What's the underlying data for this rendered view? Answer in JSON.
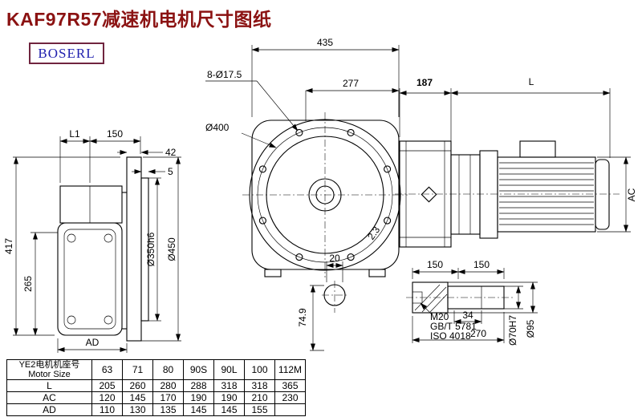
{
  "title": "KAF97R57减速机电机尺寸图纸",
  "logo": {
    "text": "BOSERL"
  },
  "colors": {
    "title": "#8b1212",
    "logo_text": "#1f1fae",
    "logo_border": "#70253f",
    "line": "#000000"
  },
  "drawing": {
    "front_view": {
      "dim_435": "435",
      "dim_bolt_holes": "8-Ø17.5",
      "dim_277": "277",
      "dim_400": "Ø400",
      "dim_20": "20",
      "dim_2_3": "2.3"
    },
    "motor_view": {
      "dim_187": "187",
      "dim_L": "L",
      "dim_AC": "AC"
    },
    "side_view": {
      "dim_L1": "L1",
      "dim_150": "150",
      "dim_42": "42",
      "dim_5": "5",
      "dim_417": "417",
      "dim_265": "265",
      "dim_350": "Ø350h6",
      "dim_450": "Ø450",
      "dim_AD": "AD"
    },
    "shaft_end_view": {
      "dim_74_9": "74.9"
    },
    "shaft_detail": {
      "dim_150_left": "150",
      "dim_150_right": "150",
      "thread": "M20",
      "std_gb": "GB/T 5781",
      "std_iso": "ISO 4018",
      "dim_34": "34",
      "dim_270": "270",
      "dim_70": "Ø70H7",
      "dim_95": "Ø95"
    }
  },
  "table": {
    "motor_size_label_cn": "YE2电机机座号",
    "motor_size_label_en": "Motor Size",
    "columns": [
      "63",
      "71",
      "80",
      "90S",
      "90L",
      "100",
      "112M"
    ],
    "rows": [
      {
        "label": "L",
        "values": [
          "205",
          "260",
          "280",
          "288",
          "318",
          "318",
          "365"
        ]
      },
      {
        "label": "AC",
        "values": [
          "120",
          "145",
          "170",
          "190",
          "190",
          "210",
          "230"
        ]
      },
      {
        "label": "AD",
        "values": [
          "110",
          "130",
          "135",
          "145",
          "145",
          "155",
          ""
        ]
      }
    ]
  }
}
